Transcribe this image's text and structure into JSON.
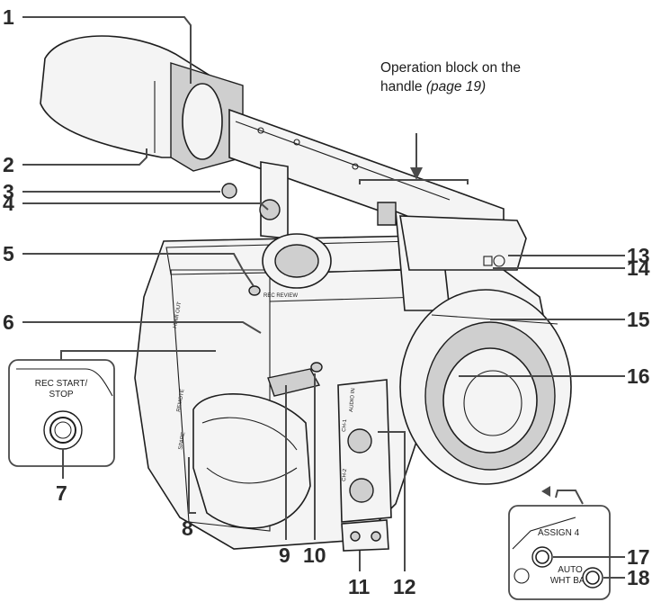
{
  "callout_block": {
    "text_line1": "Operation block on the",
    "text_line2": "handle",
    "page_ref": "(page 19)"
  },
  "inset_left": {
    "label_line1": "REC START/",
    "label_line2": "STOP"
  },
  "inset_right": {
    "assign_label": "ASSIGN 4",
    "awb_line1": "AUTO",
    "awb_line2": "WHT BAL"
  },
  "body_labels": {
    "rec_review": "REC REVIEW",
    "hdmi_out": "HDMI OUT",
    "remote": "REMOTE",
    "spare": "SPARE",
    "audio_in": "AUDIO IN",
    "ch1": "CH-1",
    "ch2": "CH-2"
  },
  "callouts": [
    {
      "num": "1"
    },
    {
      "num": "2"
    },
    {
      "num": "3"
    },
    {
      "num": "4"
    },
    {
      "num": "5"
    },
    {
      "num": "6"
    },
    {
      "num": "7"
    },
    {
      "num": "8"
    },
    {
      "num": "9"
    },
    {
      "num": "10"
    },
    {
      "num": "11"
    },
    {
      "num": "12"
    },
    {
      "num": "13"
    },
    {
      "num": "14"
    },
    {
      "num": "15"
    },
    {
      "num": "16"
    },
    {
      "num": "17"
    },
    {
      "num": "18"
    }
  ]
}
